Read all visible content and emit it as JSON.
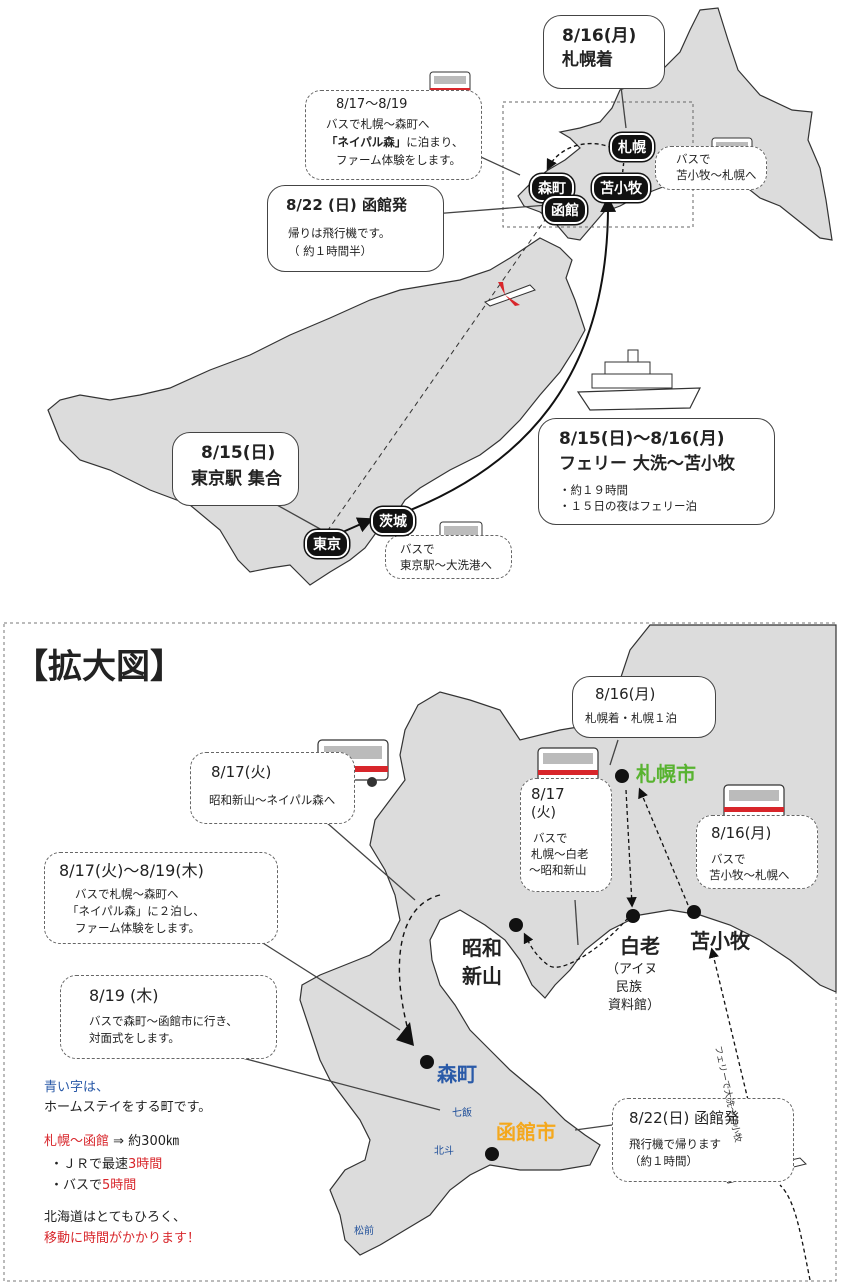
{
  "top_map": {
    "sapporo_arrive": {
      "date": "8/16(月)",
      "text": "札幌着"
    },
    "morimachi_stay": {
      "date": "8/17〜8/19",
      "line1": "バスで札幌〜森町へ",
      "highlight": "「ネイパル森」",
      "line2": "に泊まり、",
      "line3": "ファーム体験をします。"
    },
    "hakodate_depart": {
      "title": "8/22 (日) 函館発",
      "line1": "帰りは飛行機です。",
      "line2": "（ 約１時間半）"
    },
    "bus_tomakomai": {
      "line1": "バスで",
      "line2": "苫小牧〜札幌へ"
    },
    "tokyo_meet": {
      "date": "8/15(日)",
      "text": "東京駅 集合"
    },
    "ferry": {
      "title": "8/15(日)〜8/16(月)",
      "subtitle": "フェリー 大洗〜苫小牧",
      "note1": "・約１９時間",
      "note2": "・１５日の夜はフェリー泊"
    },
    "bus_tokyo": {
      "line1": "バスで",
      "line2": "東京駅〜大洗港へ"
    },
    "pills": {
      "sapporo": "札幌",
      "morimachi": "森町",
      "tomakomai": "苫小牧",
      "hakodate": "函館",
      "tokyo": "東京",
      "ibaraki": "茨城"
    }
  },
  "enlarged": {
    "heading": "【拡大図】",
    "b_0816": {
      "date": "8/16(月)",
      "text": "札幌着・札幌１泊"
    },
    "b_0817a": {
      "date": "8/17(火)",
      "text": "昭和新山〜ネイパル森へ"
    },
    "b_0817b": {
      "date": "8/17",
      "day": "(火)",
      "line1": "バスで",
      "line2": "札幌〜白老",
      "line3": "〜昭和新山"
    },
    "b_0816b": {
      "date": "8/16(月)",
      "line1": "バスで",
      "line2": "苫小牧〜札幌へ"
    },
    "b_0817_0819": {
      "date": "8/17(火)〜8/19(木)",
      "line1": "バスで札幌〜森町へ",
      "line2": "「ネイパル森」に２泊し、",
      "line3": "ファーム体験をします。"
    },
    "b_0819": {
      "date": "8/19 (木)",
      "line1": "バスで森町〜函館市に行き、",
      "line2": "対面式をします。"
    },
    "b_0822": {
      "date": "8/22(日) 函館発",
      "line1": "飛行機で帰ります",
      "line2": "（約１時間）"
    },
    "cities": {
      "sapporo": "札幌市",
      "shiraoi": "白老",
      "tomakomai": "苫小牧",
      "showa1": "昭和",
      "showa2": "新山",
      "morimachi": "森町",
      "hakodate": "函館市"
    },
    "ainu": {
      "line1": "（アイヌ",
      "line2": "民族",
      "line3": "資料館）"
    },
    "small_places": {
      "nanae": "七飯",
      "hokuto": "北斗",
      "matsumae": "松前"
    },
    "ferry_label": "フェリーで大洗〜苫小牧",
    "notes": {
      "blue_line1": "青い字は、",
      "blue_line2": "ホームステイをする町です。",
      "dist_prefix": "札幌〜函館",
      "dist_value": " ⇒ 約300㎞",
      "jr_prefix": "・ＪＲで最速",
      "jr_value": "3時間",
      "bus_prefix": "・バスで",
      "bus_value": "5時間",
      "wide_line1": "北海道はとてもひろく、",
      "wide_line2": "移動に時間がかかります！"
    }
  },
  "colors": {
    "land": "#dcdcdc",
    "coast": "#333333",
    "sapporo_green": "#58b330",
    "blue_town": "#2a5aa8",
    "hakodate_orange": "#f4a81d",
    "red": "#d8262b"
  }
}
